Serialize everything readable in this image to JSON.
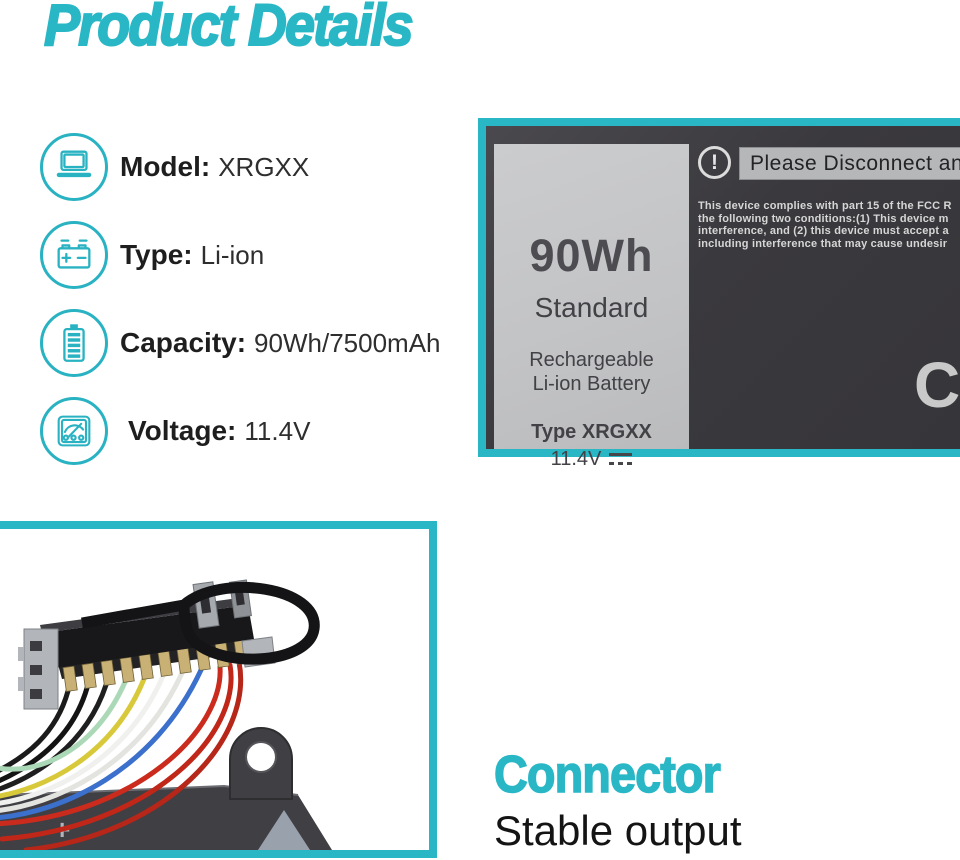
{
  "page": {
    "title": "Product Details"
  },
  "colors": {
    "accent": "#29b7c6",
    "photo_background": "#3a393d",
    "sticker_background": "#c4c5c7",
    "banner_background": "#b6b7b9"
  },
  "specs": {
    "items": [
      {
        "icon": "laptop-icon",
        "label": "Model:",
        "value": "XRGXX"
      },
      {
        "icon": "car-battery-icon",
        "label": "Type:",
        "value": "Li-ion"
      },
      {
        "icon": "battery-capacity-icon",
        "label": "Capacity:",
        "value": "90Wh/7500mAh"
      },
      {
        "icon": "voltmeter-icon",
        "label": "Voltage:",
        "value": "11.4V"
      }
    ]
  },
  "battery_label_photo": {
    "sticker": {
      "wattage": "90Wh",
      "grade": "Standard",
      "line1": "Rechargeable",
      "line2": "Li-ion Battery",
      "type_line": "Type XRGXX",
      "voltage_value": "11.4V"
    },
    "alert_icon_glyph": "!",
    "warning_banner": "Please Disconnect and",
    "fcc_lines": {
      "l1": "This device complies with part 15 of the FCC R",
      "l2": "the following two conditions:(1) This device m",
      "l3": "interference, and (2) this device must accept a",
      "l4": "including interference that may cause undesir"
    },
    "ce_mark_partial": "C"
  },
  "connector_photo": {
    "plus_marking": "+"
  },
  "connector_section": {
    "heading": "Connector",
    "subheading": "Stable output"
  }
}
